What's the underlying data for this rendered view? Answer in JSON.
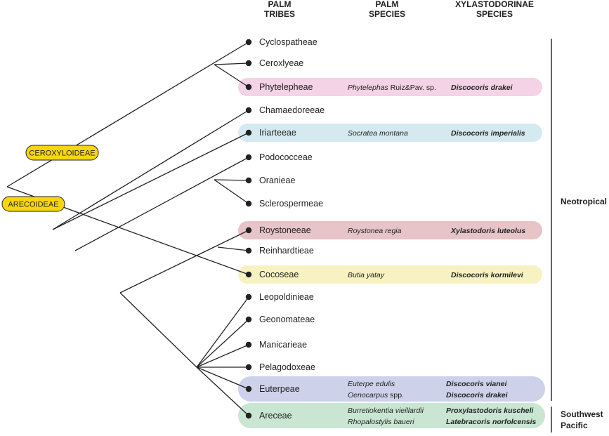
{
  "headers": {
    "tribes": [
      "PALM",
      "TRIBES"
    ],
    "species": [
      "PALM",
      "SPECIES"
    ],
    "xyla": [
      "XYLASTODORINAE",
      "SPECIES"
    ]
  },
  "subfamilies": [
    "CEROXYLOIDEAE",
    "ARECOIDEAE"
  ],
  "tribes": [
    {
      "name": "Cyclospatheae"
    },
    {
      "name": "Ceroxlyeae"
    },
    {
      "name": "Phytelepheae",
      "highlight": "#f3d3e5",
      "palm": [
        [
          "Phytelephas",
          " Ruiz&Pav. sp."
        ]
      ],
      "xyla": [
        "Discocoris drakei"
      ]
    },
    {
      "name": "Chamaedoreeae"
    },
    {
      "name": "Iriarteeae",
      "highlight": "#d5eaf0",
      "palm": [
        [
          "Socratea montana",
          ""
        ]
      ],
      "xyla": [
        "Discocoris imperialis"
      ]
    },
    {
      "name": "Podococceae"
    },
    {
      "name": "Oranieae"
    },
    {
      "name": "Sclerospermeae"
    },
    {
      "name": "Roystoneeae",
      "highlight": "#e6c4c8",
      "palm": [
        [
          "Roystonea regia",
          ""
        ]
      ],
      "xyla": [
        "Xylastodoris luteolus"
      ]
    },
    {
      "name": "Reinhardtieae"
    },
    {
      "name": "Cocoseae",
      "highlight": "#f8f2c3",
      "palm": [
        [
          "Butia yatay",
          ""
        ]
      ],
      "xyla": [
        "Discocoris kormilevi"
      ]
    },
    {
      "name": "Leopoldinieae"
    },
    {
      "name": "Geonomateae"
    },
    {
      "name": "Manicarieae"
    },
    {
      "name": "Pelagodoxeae"
    },
    {
      "name": "Euterpeae",
      "highlight": "#cdd1ea",
      "palm": [
        [
          "Euterpe edulis",
          ""
        ],
        [
          "Oenocarpus",
          " spp."
        ]
      ],
      "xyla": [
        "Discocoris vianei",
        "Discocoris drakei"
      ]
    },
    {
      "name": "Areceae",
      "highlight": "#c9e6d3",
      "palm": [
        [
          "Burretiokentia vieillardii",
          ""
        ],
        [
          "Rhopalostylis baueri",
          ""
        ]
      ],
      "xyla": [
        "Proxylastodoris kuscheli",
        "Latebracoris norfolcensis"
      ]
    }
  ],
  "regions": [
    {
      "lines": [
        "Neotropical"
      ]
    },
    {
      "lines": [
        "Southwest",
        "Pacific"
      ]
    }
  ],
  "colors": {
    "line": "#222222",
    "dot": "#222222",
    "subfamily_fill": "#f7d60f",
    "text": "#222222"
  }
}
